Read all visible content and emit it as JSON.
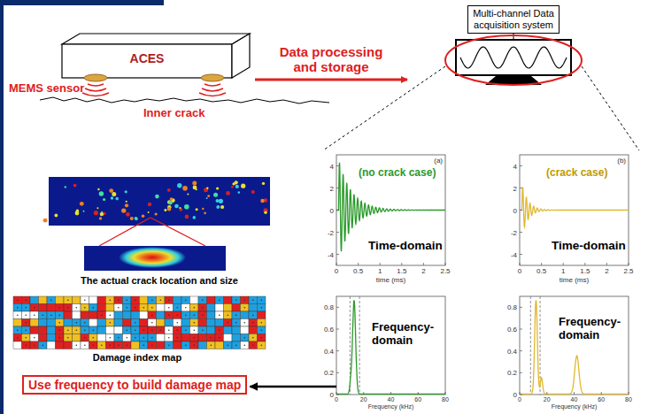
{
  "diagram": {
    "nodes": [
      {
        "text": [
          "ACES"
        ]
      },
      {
        "text": [
          "Multi-channel Data acquisition system"
        ]
      },
      {
        "text": [
          "(no crack case)",
          "Time-domain"
        ]
      },
      {
        "text": [
          "(crack case)",
          "Time-domain"
        ]
      },
      {
        "text": [
          "Frequency- domain"
        ]
      },
      {
        "text": [
          "Frequency- domain"
        ]
      },
      {
        "text": [
          "Use frequency to build damage map"
        ]
      }
    ],
    "edges": [
      {
        "from": 0,
        "to": 1,
        "label": "Data processing and storage",
        "arrow": "to"
      },
      {
        "from": 4,
        "to": 6,
        "arrow": "to"
      }
    ],
    "labels": [
      "MEMS sensor",
      "Inner crack",
      "(a)",
      "4",
      "2",
      "0",
      "-2",
      "-4",
      "0",
      "0.5",
      "1",
      "1.5",
      "2",
      "2.5",
      "time (ms)",
      "(b)",
      "4",
      "2",
      "0",
      "-2",
      "-4",
      "0",
      "0.5",
      "1",
      "1.5",
      "2",
      "2.5",
      "time (ms)",
      "0.8",
      "0.6",
      "0.4",
      "0.2",
      "0",
      "0",
      "20",
      "40",
      "60",
      "80",
      "Frequency (kHz)",
      "0.8",
      "0.6",
      "0.4",
      "0.2",
      "0",
      "0",
      "20",
      "40",
      "60",
      "80",
      "Frequency (kHz)",
      "The actual crack location and size",
      "Damage index map"
    ]
  }
}
